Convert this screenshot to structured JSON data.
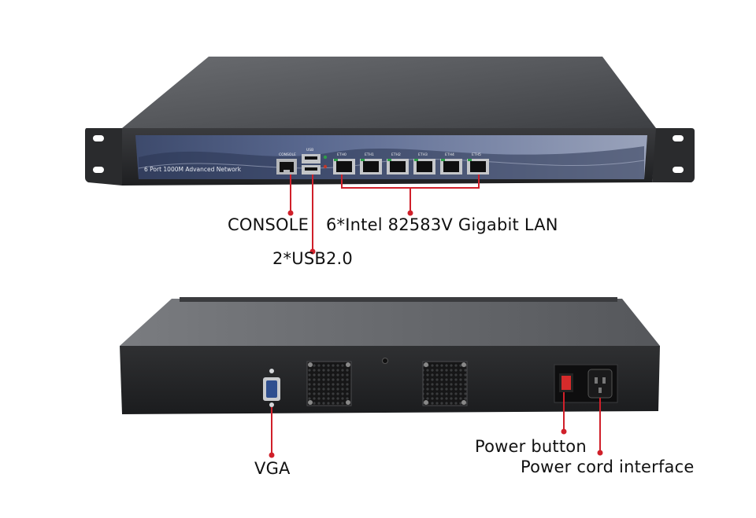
{
  "front_panel": {
    "model_text": "6 Port 1000M Advanced Network",
    "console_port_label": "CONSOLE",
    "usb_port_label": "USB",
    "eth_port_labels": [
      "ETH0",
      "ETH1",
      "ETH2",
      "ETH3",
      "ETH4",
      "ETH5"
    ]
  },
  "callouts": {
    "console": "CONSOLE",
    "lan": "6*Intel 82583V Gigabit LAN",
    "usb": "2*USB2.0",
    "vga": "VGA",
    "power_button": "Power button",
    "power_cord": "Power cord interface"
  },
  "colors": {
    "callout_line": "#d0202a",
    "chassis_dark": "#2b2c2e",
    "chassis_top": "#5e6064",
    "panel_blue": "#3f4b6e",
    "port_green": "#2e9e4a"
  }
}
